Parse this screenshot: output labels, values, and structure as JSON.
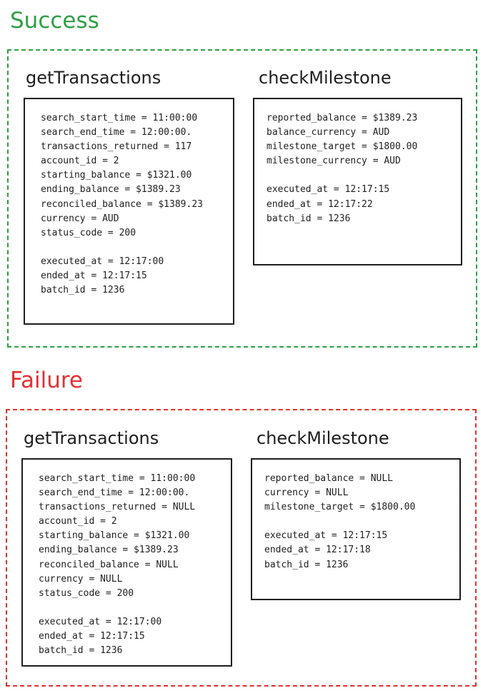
{
  "success": {
    "title": "Success",
    "getTransactions": {
      "title": "getTransactions",
      "lines": [
        "search_start_time = 11:00:00",
        "search_end_time = 12:00:00.",
        "transactions_returned = 117",
        "account_id = 2",
        "starting_balance = $1321.00",
        "ending_balance = $1389.23",
        "reconciled_balance = $1389.23",
        "currency = AUD",
        "status_code = 200"
      ],
      "meta": [
        "executed_at = 12:17:00",
        "ended_at = 12:17:15",
        "batch_id = 1236"
      ]
    },
    "checkMilestone": {
      "title": "checkMilestone",
      "lines": [
        "reported_balance = $1389.23",
        "balance_currency = AUD",
        "milestone_target = $1800.00",
        "milestone_currency = AUD"
      ],
      "meta": [
        "executed_at = 12:17:15",
        "ended_at = 12:17:22",
        "batch_id = 1236"
      ]
    }
  },
  "failure": {
    "title": "Failure",
    "getTransactions": {
      "title": "getTransactions",
      "lines": [
        "search_start_time = 11:00:00",
        "search_end_time = 12:00:00.",
        "transactions_returned = NULL",
        "account_id = 2",
        "starting_balance = $1321.00",
        "ending_balance = $1389.23",
        "reconciled_balance = NULL",
        "currency = NULL",
        "status_code = 200"
      ],
      "meta": [
        "executed_at = 12:17:00",
        "ended_at = 12:17:15",
        "batch_id = 1236"
      ]
    },
    "checkMilestone": {
      "title": "checkMilestone",
      "lines": [
        "reported_balance = NULL",
        "currency = NULL",
        "milestone_target = $1800.00"
      ],
      "meta": [
        "executed_at = 12:17:15",
        "ended_at = 12:17:18",
        "batch_id = 1236"
      ]
    }
  },
  "colors": {
    "success": "#2f9e44",
    "failure": "#e03131",
    "ink": "#1e1e1e"
  }
}
